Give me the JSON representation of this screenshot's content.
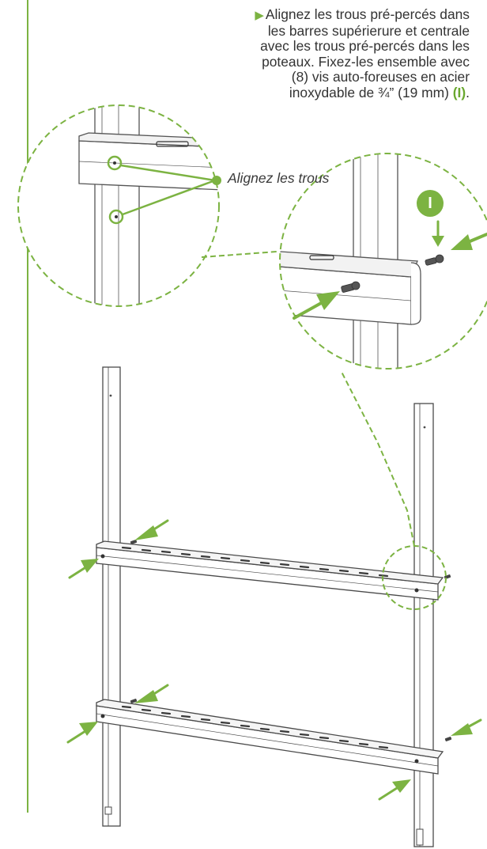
{
  "instruction": {
    "lines": [
      "Alignez les trous pré-percés dans",
      "les barres supérierure et centrale",
      "avec les trous pré-percés dans les",
      "poteaux. Fixez-les ensemble avec",
      "(8) vis auto-foreuses en acier"
    ],
    "last_line": "inoxydable de ¾” (19 mm)",
    "part_ref": "(I)",
    "period": "."
  },
  "callout_label": "Alignez les trous",
  "badge_label": "I",
  "colors": {
    "accent": "#7cb342",
    "accent_dark": "#6a9a2e",
    "line": "#555555"
  }
}
